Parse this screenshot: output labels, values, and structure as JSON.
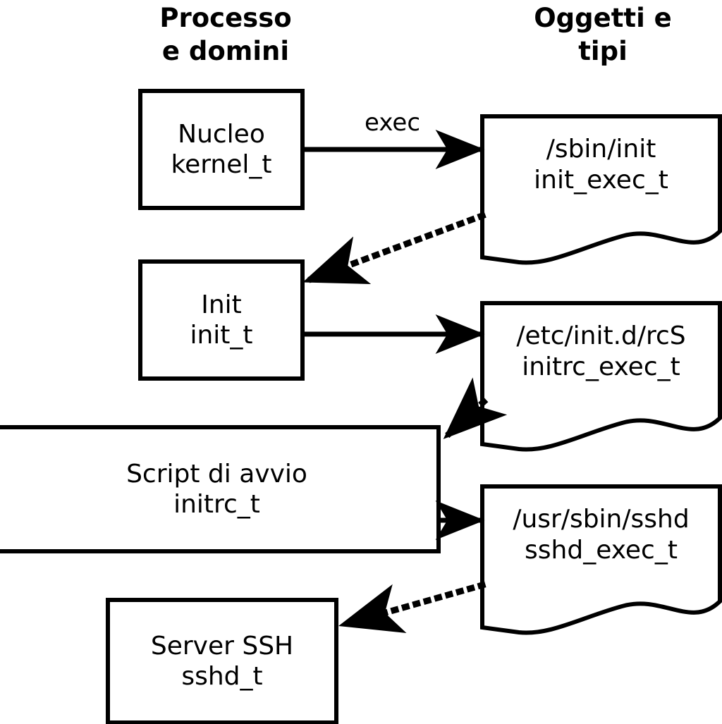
{
  "diagram": {
    "title": "SELinux process domains and object types transitions",
    "background_color": "#ffffff",
    "stroke_color": "#000000",
    "headers": {
      "left": "Processo\ne domini",
      "right": "Oggetti e\ntipi"
    },
    "process_boxes": [
      {
        "id": "kernel",
        "line1": "Nucleo",
        "line2": "kernel_t"
      },
      {
        "id": "init",
        "line1": "Init",
        "line2": "init_t"
      },
      {
        "id": "initrc",
        "line1": "Script di avvio",
        "line2": "initrc_t"
      },
      {
        "id": "sshd",
        "line1": "Server SSH",
        "line2": "sshd_t"
      }
    ],
    "object_shapes": [
      {
        "id": "init_exec",
        "line1": "/sbin/init",
        "line2": "init_exec_t"
      },
      {
        "id": "initrc_exec",
        "line1": "/etc/init.d/rcS",
        "line2": "initrc_exec_t"
      },
      {
        "id": "sshd_exec",
        "line1": "/usr/sbin/sshd",
        "line2": "sshd_exec_t"
      }
    ],
    "edges": [
      {
        "id": "kernel-exec-init_exec",
        "label": "exec",
        "style": "solid",
        "from": "kernel",
        "to": "init_exec"
      },
      {
        "id": "init_exec-to-init",
        "label": "",
        "style": "dotted",
        "from": "init_exec",
        "to": "init"
      },
      {
        "id": "init-exec-initrc_exec",
        "label": "",
        "style": "solid",
        "from": "init",
        "to": "initrc_exec"
      },
      {
        "id": "initrc_exec-to-initrc",
        "label": "",
        "style": "dotted",
        "from": "initrc_exec",
        "to": "initrc"
      },
      {
        "id": "initrc-exec-sshd_exec",
        "label": "",
        "style": "solid",
        "from": "initrc",
        "to": "sshd_exec"
      },
      {
        "id": "sshd_exec-to-sshd",
        "label": "",
        "style": "dotted",
        "from": "sshd_exec",
        "to": "sshd"
      }
    ]
  }
}
